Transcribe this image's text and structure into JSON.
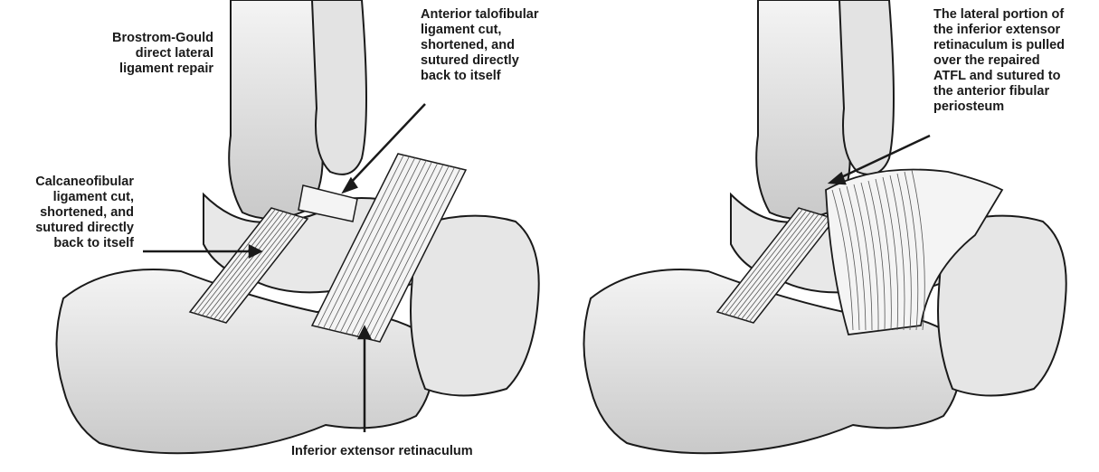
{
  "left_panel": {
    "labels": {
      "brostrom_gould": "Brostrom-Gould\ndirect lateral\nligament repair",
      "atfl": "Anterior talofibular\nligament cut,\nshortened, and\nsutured directly\nback to itself",
      "cfl": "Calcaneofibular\nligament cut,\nshortened, and\nsutured directly\nback to itself",
      "ier": "Inferior extensor retinaculum"
    }
  },
  "right_panel": {
    "labels": {
      "lateral_portion": "The lateral portion of\nthe inferior extensor\nretinaculum is pulled\nover the repaired\nATFL and sutured to\nthe anterior fibular\nperiosteum"
    }
  },
  "colors": {
    "bone_fill": "#ececec",
    "bone_shadow": "#bdbdbd",
    "line": "#1a1a1a",
    "ligament": "#f4f4f4"
  }
}
